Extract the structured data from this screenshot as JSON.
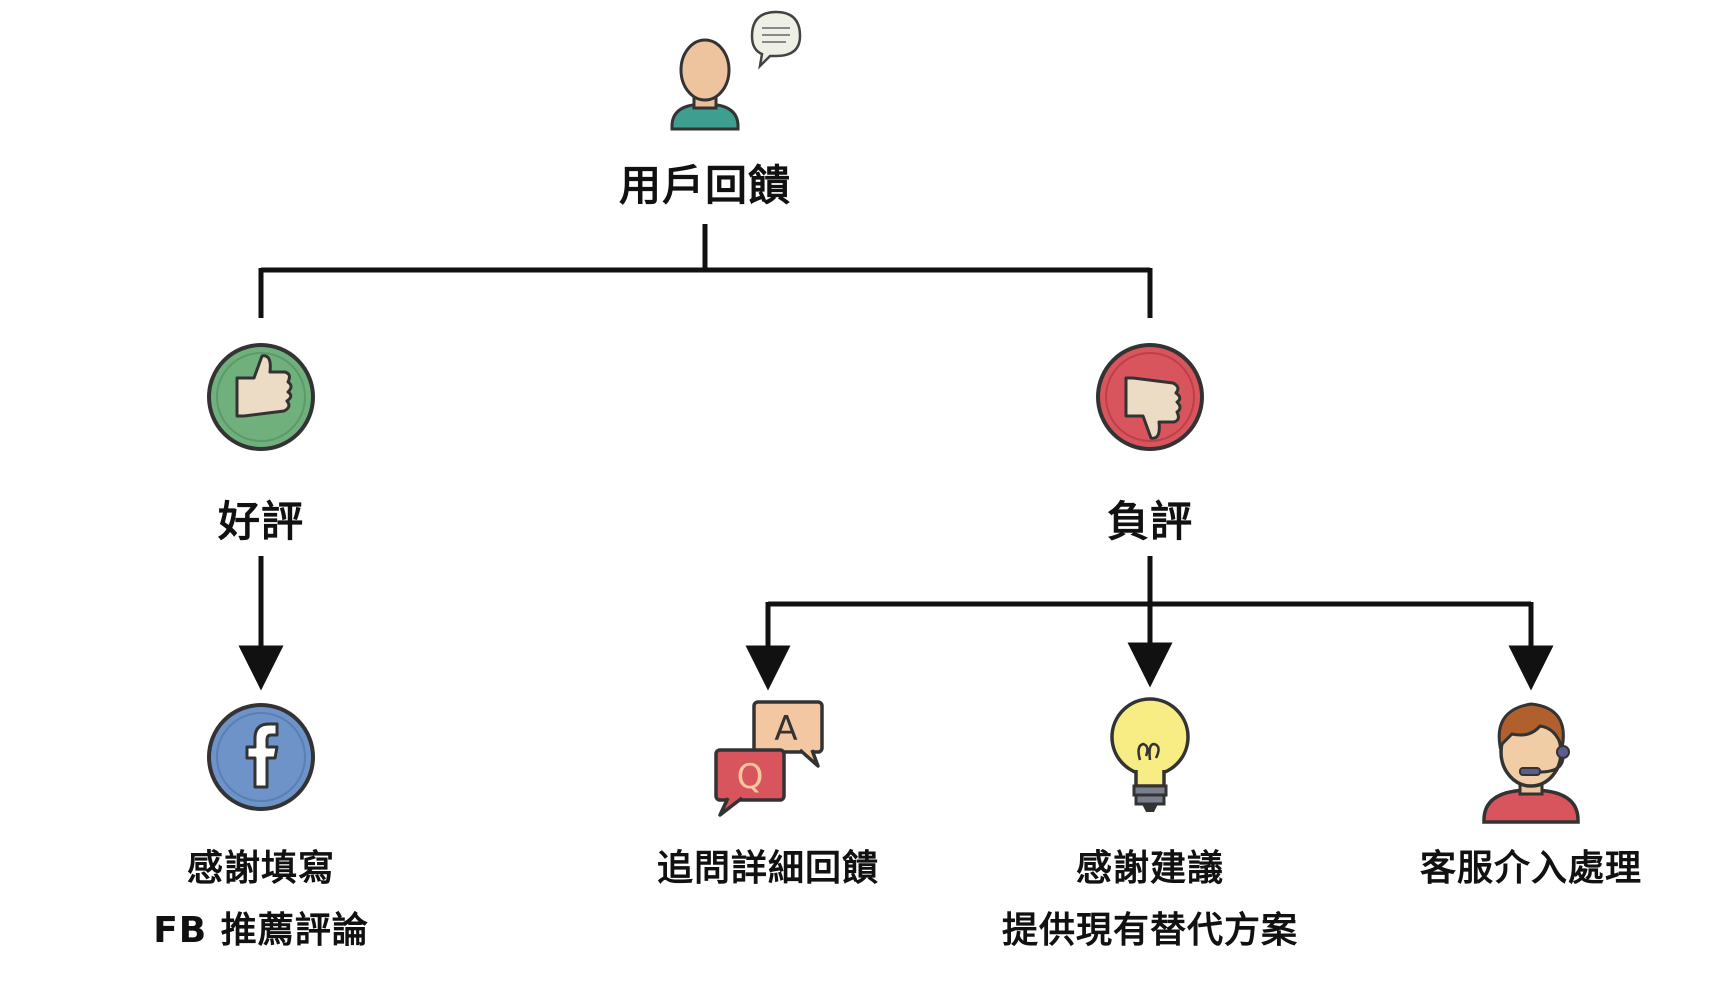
{
  "nodes": {
    "root": {
      "label": "用戶回饋",
      "icon": "user-feedback-icon"
    },
    "positive": {
      "label": "好評",
      "icon": "thumbs-up-icon",
      "color": "#6FB07C"
    },
    "negative": {
      "label": "負評",
      "icon": "thumbs-down-icon",
      "color": "#D9555E"
    },
    "facebook": {
      "line1": "感謝填寫",
      "line2": "FB 推薦評論",
      "icon": "facebook-icon",
      "color": "#6E93C9"
    },
    "followup": {
      "label": "追問詳細回饋",
      "icon": "qa-chat-icon"
    },
    "suggestion": {
      "line1": "感謝建議",
      "line2": "提供現有替代方案",
      "icon": "lightbulb-icon"
    },
    "support": {
      "label": "客服介入處理",
      "icon": "customer-service-agent-icon"
    }
  }
}
